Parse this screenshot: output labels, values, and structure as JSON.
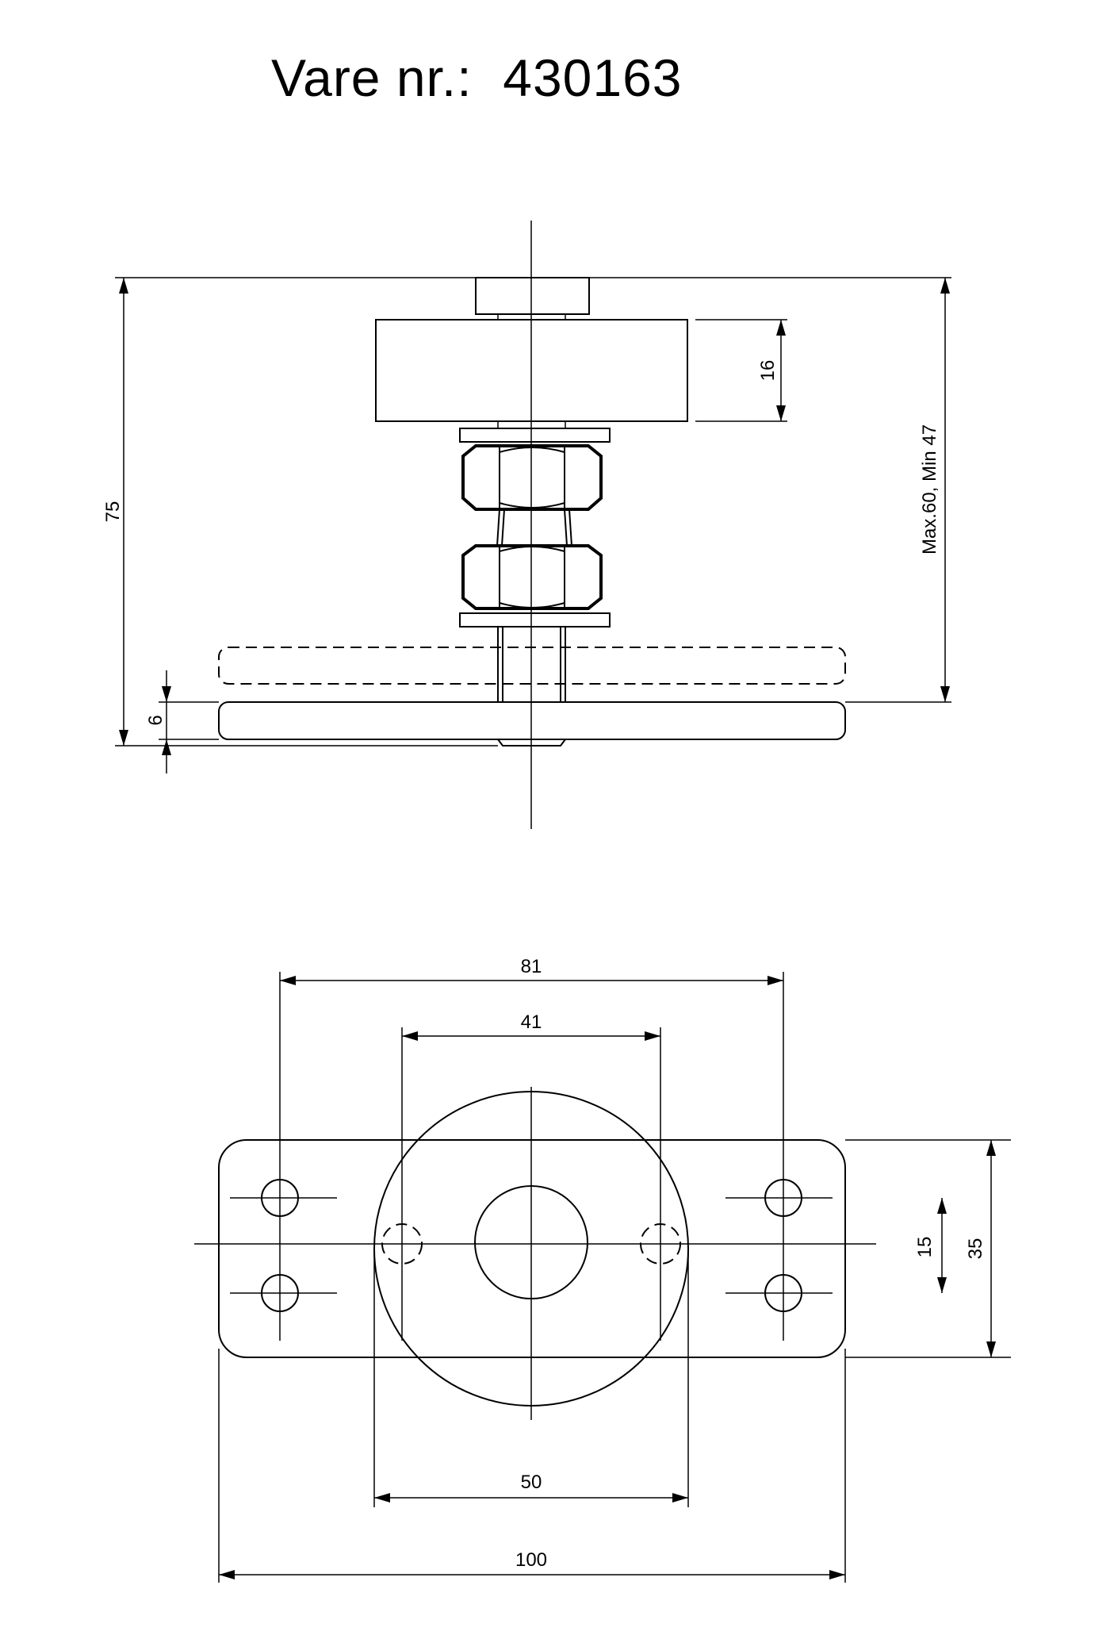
{
  "title": {
    "label": "Vare nr.:",
    "number": "430163"
  },
  "side_view": {
    "dim_total_height": "75",
    "dim_wheel_height": "16",
    "dim_adjust_range": "Max.60, Min 47",
    "dim_plate_thickness": "6"
  },
  "plan_view": {
    "dim_outer_holes": "81",
    "dim_inner_holes": "41",
    "dim_wheel_diameter": "50",
    "dim_plate_length": "100",
    "dim_hole_spacing": "15",
    "dim_plate_width": "35"
  }
}
